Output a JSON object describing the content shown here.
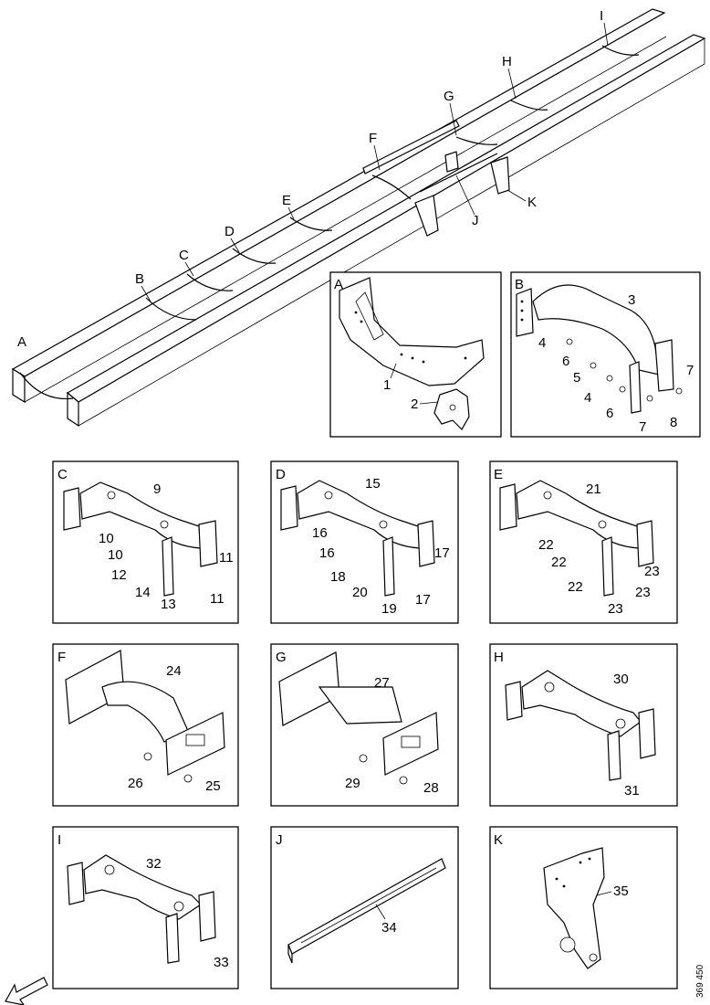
{
  "overview": {
    "sections": [
      "A",
      "B",
      "C",
      "D",
      "E",
      "F",
      "G",
      "H",
      "I",
      "J",
      "K"
    ]
  },
  "panels": [
    {
      "letter": "A",
      "parts": [
        "1",
        "2"
      ]
    },
    {
      "letter": "B",
      "parts": [
        "3",
        "4",
        "6",
        "5",
        "4",
        "6",
        "7",
        "7",
        "8"
      ]
    },
    {
      "letter": "C",
      "parts": [
        "9",
        "10",
        "10",
        "12",
        "14",
        "13",
        "11",
        "11"
      ]
    },
    {
      "letter": "D",
      "parts": [
        "15",
        "16",
        "16",
        "18",
        "20",
        "19",
        "17",
        "17"
      ]
    },
    {
      "letter": "E",
      "parts": [
        "21",
        "22",
        "22",
        "22",
        "23",
        "23",
        "23"
      ]
    },
    {
      "letter": "F",
      "parts": [
        "24",
        "26",
        "25"
      ]
    },
    {
      "letter": "G",
      "parts": [
        "27",
        "29",
        "28"
      ]
    },
    {
      "letter": "H",
      "parts": [
        "30",
        "31"
      ]
    },
    {
      "letter": "I",
      "parts": [
        "32",
        "33"
      ]
    },
    {
      "letter": "J",
      "parts": [
        "34"
      ]
    },
    {
      "letter": "K",
      "parts": [
        "35"
      ]
    }
  ],
  "reference": "369 450",
  "icons": {
    "direction": "front-arrow-icon"
  }
}
